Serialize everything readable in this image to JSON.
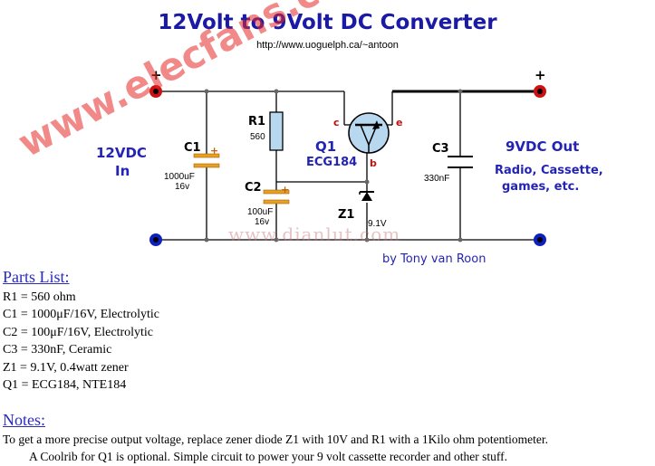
{
  "title": "12Volt to 9Volt DC Converter",
  "url": "http://www.uoguelph.ca/~antoon",
  "labels": {
    "plus_left": "+",
    "plus_right": "+",
    "input_line1": "12VDC",
    "input_line2": "In",
    "output_title": "9VDC Out",
    "output_line1": "Radio, Cassette,",
    "output_line2": "games, etc.",
    "author": "by Tony van Roon"
  },
  "components": {
    "r1": {
      "id": "R1",
      "value": "560"
    },
    "c1": {
      "id": "C1",
      "value1": "1000uF",
      "value2": "16v",
      "pol": "+"
    },
    "c2": {
      "id": "C2",
      "value1": "100uF",
      "value2": "16v",
      "pol": "+"
    },
    "c3": {
      "id": "C3",
      "value": "330nF"
    },
    "q1": {
      "id": "Q1",
      "part": "ECG184",
      "pin_c": "c",
      "pin_b": "b",
      "pin_e": "e"
    },
    "z1": {
      "id": "Z1",
      "value": "9.1V"
    }
  },
  "watermarks": {
    "diagonal": "www.elecfans.com",
    "horizontal": "www.dianlut.com"
  },
  "parts_list": {
    "heading": "Parts List:",
    "items": [
      "R1 = 560 ohm",
      "C1 = 1000μF/16V, Electrolytic",
      "C2 = 100μF/16V, Electrolytic",
      "C3 = 330nF, Ceramic",
      "Z1 = 9.1V, 0.4watt zener",
      "Q1 = ECG184, NTE184"
    ]
  },
  "notes": {
    "heading": "Notes:",
    "line1": "To get a more precise output voltage, replace zener diode Z1 with 10V and R1 with a 1Kilo ohm potentiometer.",
    "line2": "A Coolrib for Q1 is optional. Simple circuit to power your 9 volt cassette recorder and other stuff."
  },
  "colors": {
    "terminal_pos": "#d01010",
    "terminal_neg": "#1020c0",
    "label_blue": "#2424b4",
    "cap_orange": "#e8a020",
    "resistor_blue": "#b8d8f0",
    "watermark_red": "#e62828"
  }
}
